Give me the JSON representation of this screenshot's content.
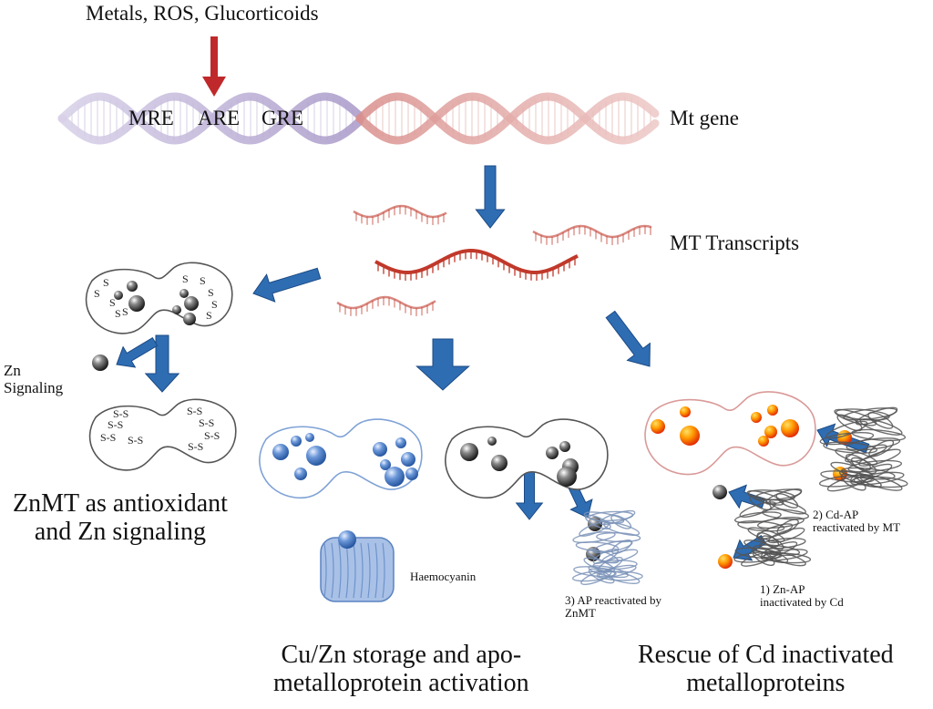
{
  "top": {
    "inducers": "Metals, ROS, Glucorticoids",
    "response_elements": [
      "MRE",
      "ARE",
      "GRE"
    ],
    "gene_label": "Mt gene",
    "transcripts_label": "MT Transcripts"
  },
  "left": {
    "zn_signaling": "Zn\nSignaling",
    "caption": "ZnMT as antioxidant\nand Zn signaling"
  },
  "middle": {
    "haemocyanin": "Haemocyanin",
    "ap_reactivated": "3) AP reactivated by\nZnMT",
    "caption": "Cu/Zn storage and apo-\nmetalloprotein activation"
  },
  "right": {
    "cd_ap": "2) Cd-AP\nreactivated by MT",
    "zn_ap": "1) Zn-AP\ninactivated by Cd",
    "caption": "Rescue of Cd inactivated\nmetalloproteins"
  },
  "colors": {
    "inducer_arrow": "#c0292b",
    "flow_arrow": "#2f6db3",
    "dna_left": "#b7a9cf",
    "dna_right": "#d99a98",
    "transcript": "#c0392b",
    "cu_metal": "#4a7fc8",
    "cd_metal": "#f08a00",
    "zn_metal": "#1c1c1c"
  }
}
